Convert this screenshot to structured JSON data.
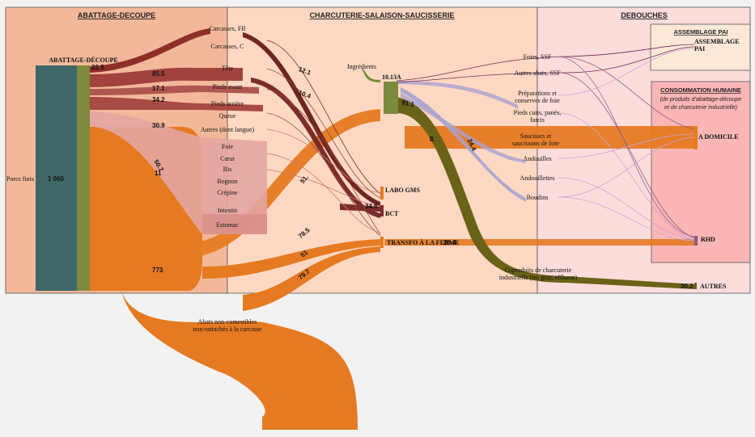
{
  "sections": {
    "abattage": "ABATTAGE-DECOUPE",
    "charcuterie": "CHARCUTERIE-SALAISON-SAUCISSERIE",
    "debouches": "DEBOUCHES",
    "assemblage_pai": "ASSEMBLAGE PAI",
    "consommation": "CONSOMMATION HUMAINE",
    "consommation_sub1": "(de produits d'abattage-découpe",
    "consommation_sub2": "et de charcuterie industrielle)"
  },
  "nodes": {
    "porcs_finis": "Porcs finis",
    "abattage_decoupe": "ABATTAGE-DÉCOUPE",
    "ingredients": "Ingrédients",
    "node_1013a": "10.13A",
    "labo_gms": "LABO GMS",
    "bct": "BCT",
    "transfo_ferme": "TRANSFO À LA FERME",
    "a_domicile": "A DOMICILE",
    "rhd": "RHD",
    "autres": "AUTRES",
    "assemblage_pai_1": "ASSEMBLAGE",
    "assemblage_pai_2": "PAI"
  },
  "products": [
    "Carcasses, FR",
    "Carcasses, C",
    "Tête",
    "Pieds avant",
    "Pieds arrière",
    "Queue",
    "Autres (dont langue)",
    "Foie",
    "Cœur",
    "Ris",
    "Rognon",
    "Crépine",
    "Intestin",
    "Estomac"
  ],
  "outputs": {
    "foies_ssf": "Foies, SSF",
    "autres_abats": "Autres abats, SSF",
    "preparations_1": "Préparations et",
    "preparations_2": "conserves de foie",
    "pieds_cuits_1": "Pieds cuits, panés,",
    "pieds_cuits_2": "farcis",
    "saucisses_1": "Saucisses et",
    "saucisses_2": "saucissons de foie",
    "andouilles": "Andouilles",
    "andouillettes": "Andouillettes",
    "boudins": "Boudins",
    "coproduits_1": "Coproduits de charcuterie",
    "coproduits_2": "industrielle (os, gras, effluent)",
    "abats_nc_1": "Abats non-comestibles",
    "abats_nc_2": "non-rattachés à la carcasse"
  },
  "values": {
    "porcs": "1 060",
    "v22_5": "22.5",
    "v85_5": "85.5",
    "v17_1": "17.1",
    "v34_2": "34.2",
    "v30_9": "30.9",
    "v50_7": "50.7",
    "v11": "11",
    "v773": "773",
    "v12_1": "12.1",
    "v10_4": "10.4",
    "v51_a": "51.",
    "v78_5": "78.5",
    "v51": "51",
    "v79_7": "79.7",
    "v91_1": "91.1",
    "v8": "8.",
    "v24_4": "24.4",
    "v34_6": "34.6",
    "v28_4": "28.4",
    "v30_2": "30.2"
  },
  "colors": {
    "porcs": "#3e6868",
    "abattage": "#7c8a3e",
    "orange": "#e67a22",
    "darkred": "#8e2f2a",
    "pink": "#e3a6a2",
    "olive": "#6a6217",
    "lavender": "#a9a3cf",
    "bg_abattage": "#f3b89a",
    "bg_charc": "#fed8c2",
    "bg_debouches": "#fddcdc",
    "bg_conso": "#fcb6b6"
  }
}
